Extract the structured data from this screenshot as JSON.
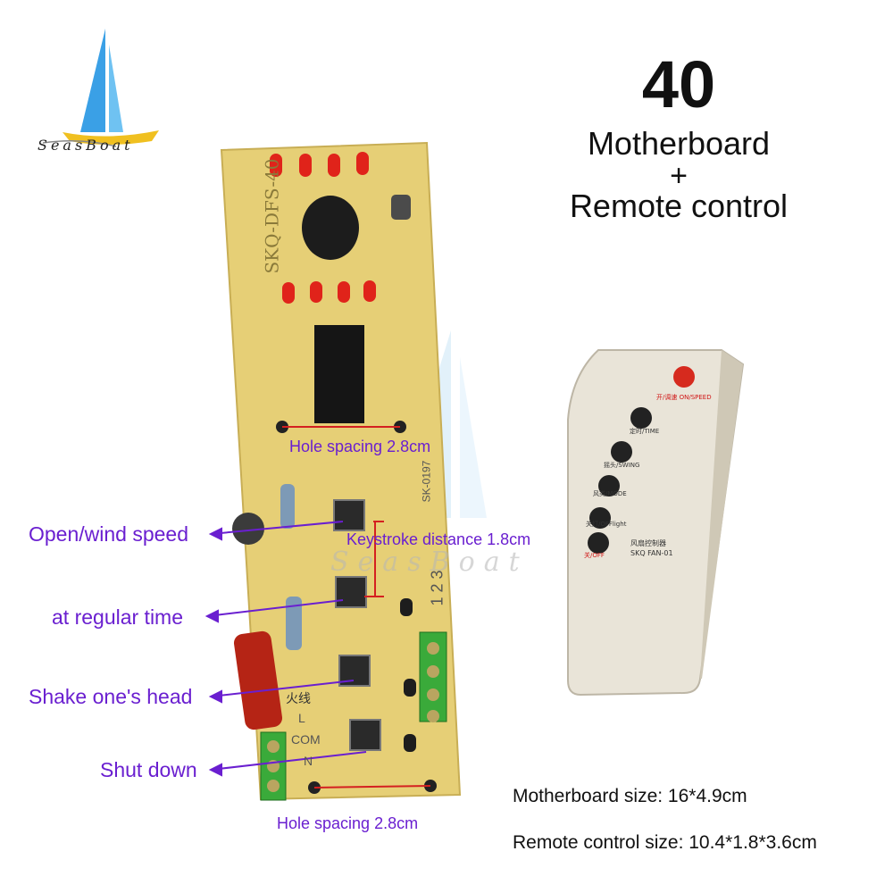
{
  "brand": {
    "name": "SeasBoat",
    "watermark": "SeasBoat"
  },
  "header": {
    "model_number": "40",
    "line1": "Motherboard",
    "plus": "+",
    "line2": "Remote control"
  },
  "board": {
    "silkscreen_model": "SKQ-DFS-40",
    "silkscreen_code": "SK-0197",
    "silkscreen_numbers": "1 2 3",
    "live_label": "火线",
    "l_label": "L",
    "com_label": "COM",
    "n_label": "N"
  },
  "annotations": {
    "hole_spacing_top": "Hole spacing 2.8cm",
    "hole_spacing_bottom": "Hole spacing 2.8cm",
    "keystroke_distance": "Keystroke distance 1.8cm",
    "open_wind_speed": "Open/wind speed",
    "regular_time": "at regular time",
    "shake_head": "Shake one's head",
    "shut_down": "Shut down"
  },
  "remote": {
    "buttons": [
      {
        "label": "开/调速 ON/SPEED",
        "color": "#d62a1e"
      },
      {
        "label": "定时/TIME",
        "color": "#222222"
      },
      {
        "label": "摇头/SWING",
        "color": "#222222"
      },
      {
        "label": "风类/MODE",
        "color": "#222222"
      },
      {
        "label": "关灯/OFFlight",
        "color": "#222222"
      },
      {
        "label": "关/OFF",
        "color": "#222222"
      }
    ],
    "product_name": "风扇控制器",
    "model": "SKQ FAN-01"
  },
  "specs": {
    "motherboard_size": "Motherboard size: 16*4.9cm",
    "remote_size": "Remote control size: 10.4*1.8*3.6cm"
  },
  "colors": {
    "annotation": "#6a1fd0",
    "board": "#e8d27a",
    "led": "#e0231a",
    "remote_body": "#e9e4d8"
  }
}
